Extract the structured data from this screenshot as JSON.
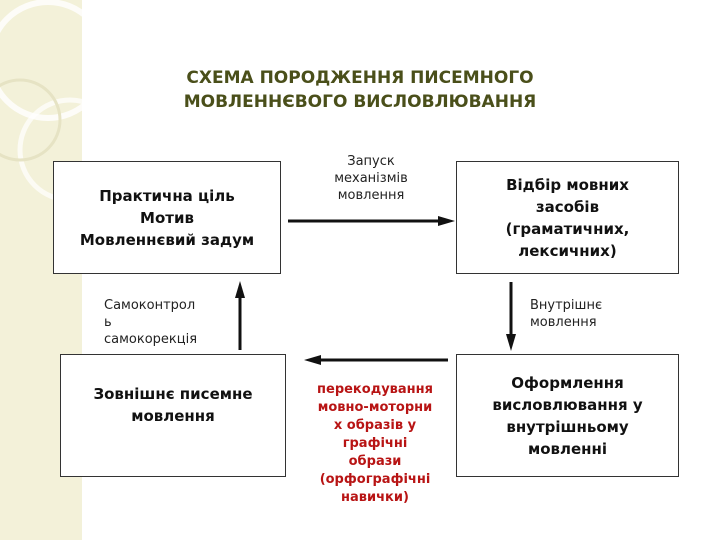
{
  "title": {
    "line1": "СХЕМА ПОРОДЖЕННЯ ПИСЕМНОГО",
    "line2": "МОВЛЕННЄВОГО ВИСЛОВЛЮВАННЯ"
  },
  "boxes": {
    "top_left": [
      "Практична ціль",
      "Мотив",
      "Мовленнєвий задум"
    ],
    "top_right": [
      "Відбір мовних",
      "засобів",
      "(граматичних,",
      "лексичних)"
    ],
    "bottom_right": [
      "Оформлення",
      "висловлювання у",
      "внутрішньому",
      "мовленні"
    ],
    "bottom_left": [
      "Зовнішнє писемне",
      "мовлення"
    ]
  },
  "labels": {
    "launch": [
      "Запуск",
      "механізмів",
      "мовлення"
    ],
    "inner_speech": [
      "Внутрішнє",
      "мовлення"
    ],
    "self_control": [
      "Самоконтрол",
      "ь",
      "самокорекція"
    ],
    "recoding": [
      "перекодування",
      "мовно-моторни",
      "х образів у",
      "графічні",
      "образи",
      "(орфографічні",
      "навички)"
    ]
  },
  "colors": {
    "title": "#4a4f1a",
    "recoding_text": "#b81414",
    "side_panel": "#f3f1d9"
  }
}
